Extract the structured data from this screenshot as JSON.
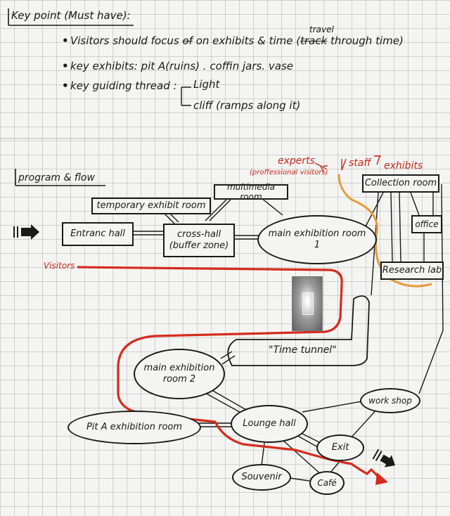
{
  "key_points": {
    "heading": "Key point (Must have):",
    "bullets": [
      {
        "pre": "Visitors should focus ",
        "struck": "of",
        "post": " on exhibits & time (",
        "struck2": "track",
        "insert": "travel",
        "tail": " through time)"
      },
      {
        "text": "key exhibits: pit A(ruins) . coffin jars. vase"
      },
      {
        "text": "key guiding thread :"
      }
    ],
    "thread_items": [
      "Light",
      "cliff (ramps along it)"
    ]
  },
  "flow": {
    "heading": "program & flow",
    "visitors_label": "Visitors",
    "experts_label": "experts",
    "experts_sub": "(proffessional visitors)",
    "staff_label": "staff",
    "exhibits_label": "exhibits",
    "nodes": {
      "entrance": "Entranc hall",
      "temporary": "temporary exhibit room",
      "multimedia": "multimedia room",
      "cross": "cross-hall",
      "cross_sub": "(buffer zone)",
      "main1": "main exhibition room",
      "main1_num": "1",
      "collection": "Collection room",
      "office": "office",
      "research": "Research lab",
      "tunnel": "\"Time tunnel\"",
      "main2": "main exhibition",
      "main2_sub": "room 2",
      "pit": "Pit A exhibition room",
      "lounge": "Lounge hall",
      "workshop": "work shop",
      "exit": "Exit",
      "souvenir": "Souvenir",
      "cafe": "Café"
    }
  },
  "colors": {
    "ink": "#1a1a1a",
    "red_path": "#d52b1e",
    "orange_path": "#e49a3c",
    "red_text": "#c42a20"
  },
  "icons": [
    "entry-arrow-icon",
    "exit-arrow-icon",
    "tunnel-photo"
  ]
}
